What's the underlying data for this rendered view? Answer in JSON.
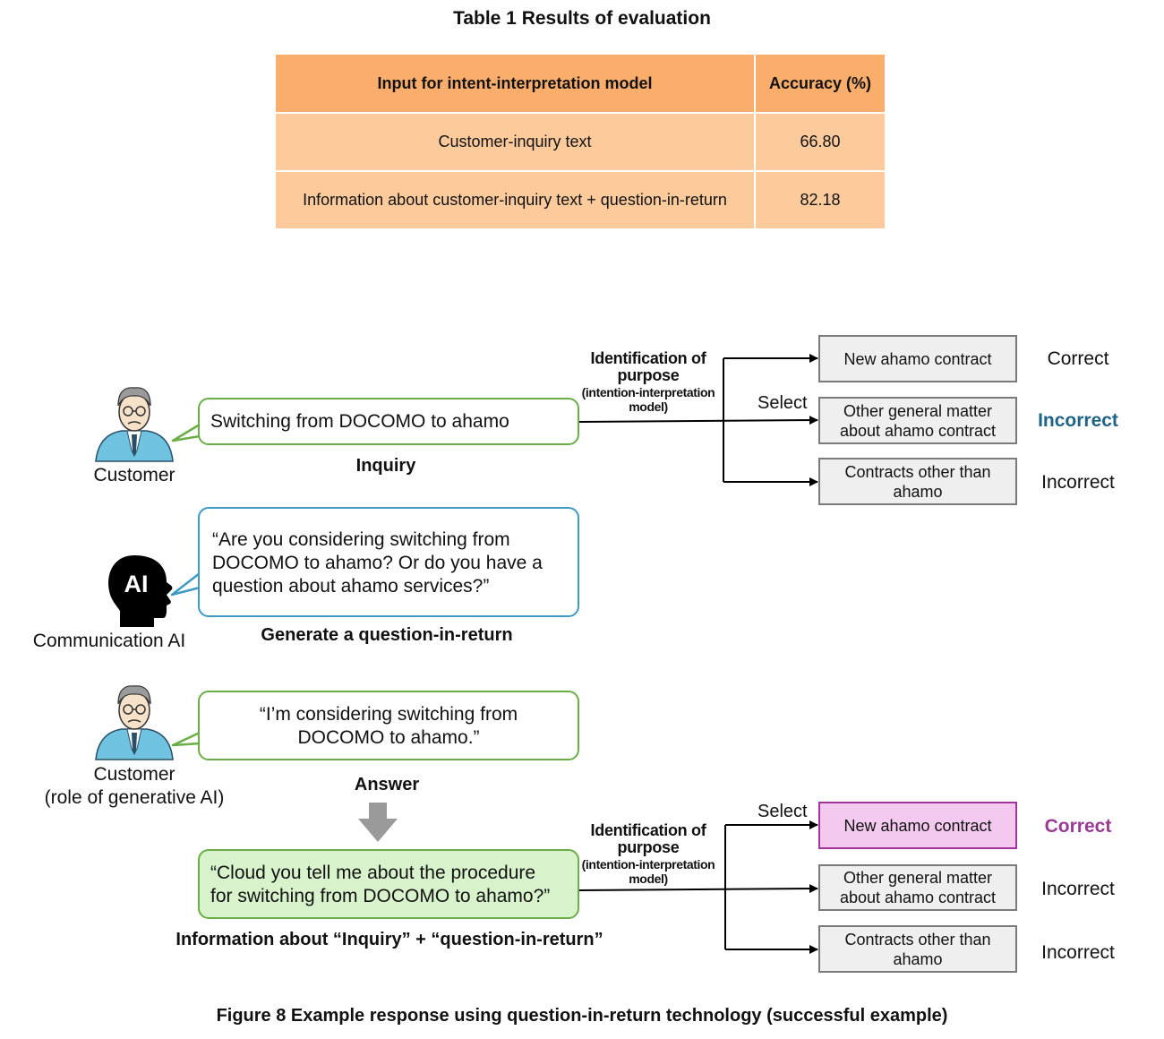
{
  "table": {
    "title": "Table 1  Results of evaluation",
    "headers": [
      "Input for intent-interpretation model",
      "Accuracy (%)"
    ],
    "rows": [
      [
        "Customer-inquiry text",
        "66.80"
      ],
      [
        "Information about customer-inquiry text + question-in-return",
        "82.18"
      ]
    ]
  },
  "figure": {
    "caption": "Figure 8  Example response using question-in-return technology (successful example)",
    "customer1": {
      "label": "Customer",
      "bubble": "Switching from DOCOMO to ahamo",
      "caption": "Inquiry"
    },
    "ai": {
      "icon_text": "AI",
      "label": "Communication AI",
      "bubble_lines": [
        "“Are you considering switching from",
        "DOCOMO to ahamo? Or do you have a",
        "question about ahamo services?”"
      ],
      "caption": "Generate a question-in-return"
    },
    "customer2": {
      "label_line1": "Customer",
      "label_line2": "(role of generative AI)",
      "bubble_lines": [
        "“I’m considering switching from",
        "DOCOMO to ahamo.”"
      ],
      "caption": "Answer"
    },
    "combined": {
      "bubble_lines": [
        "“Cloud you tell me about the procedure",
        "for switching from DOCOMO to ahamo?”"
      ],
      "caption": "Information about “Inquiry” + “question-in-return”"
    },
    "identification": {
      "line1": "Identification of",
      "line2": "purpose",
      "line3": "(intention-interpretation",
      "line4": "model)"
    },
    "select_label": "Select",
    "top_options": [
      {
        "lines": [
          "New ahamo contract"
        ],
        "result": "Correct"
      },
      {
        "lines": [
          "Other general matter",
          "about ahamo contract"
        ],
        "result": "Incorrect"
      },
      {
        "lines": [
          "Contracts other than",
          "ahamo"
        ],
        "result": "Incorrect"
      }
    ],
    "bottom_options": [
      {
        "lines": [
          "New ahamo contract"
        ],
        "result": "Correct"
      },
      {
        "lines": [
          "Other general matter",
          "about ahamo contract"
        ],
        "result": "Incorrect"
      },
      {
        "lines": [
          "Contracts other than",
          "ahamo"
        ],
        "result": "Incorrect"
      }
    ],
    "colors": {
      "green_border": "#6aae45",
      "blue_border": "#3d9ac4",
      "selected_fill": "#f3c9ef",
      "selected_border": "#a1359a",
      "incorrect_highlight": "#1f6486",
      "correct_highlight": "#9a3a93",
      "table_header": "#fbae6b",
      "table_cell": "#fdcb9b"
    }
  }
}
